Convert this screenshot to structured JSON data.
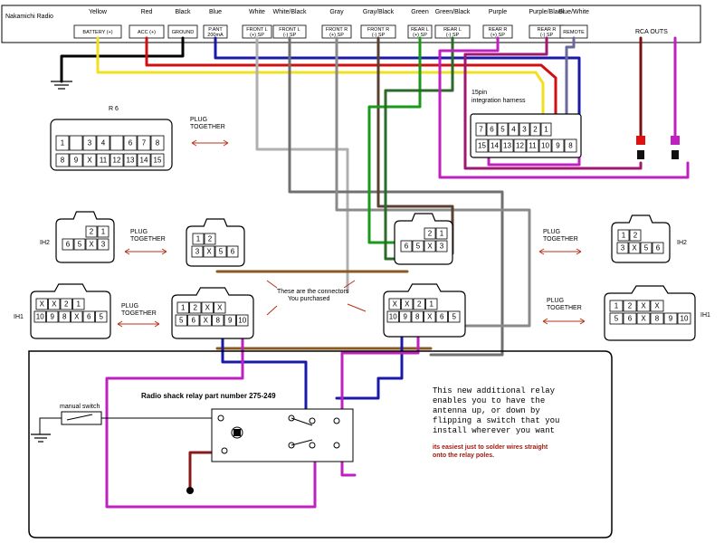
{
  "radio_title": "Nakamichi Radio",
  "colors": {
    "yellow": "#f0e020",
    "red": "#d01010",
    "black": "#000000",
    "blue": "#1a1aa8",
    "white": "#b0b0b0",
    "white_black": "#707070",
    "gray": "#8a8a8a",
    "gray_black": "#5a4030",
    "green": "#1a9a1a",
    "green_black": "#2a6a2a",
    "purple": "#c020c0",
    "purple_black": "#a01870",
    "blue_white": "#6a6a9a",
    "brown": "#8a5a20",
    "dark_red": "#7a1010",
    "orange_arrow": "#b83018"
  },
  "radio_terminals": [
    {
      "color": "Yellow",
      "label": "BATTERY (+)"
    },
    {
      "color": "Red",
      "label": "ACC (+)"
    },
    {
      "color": "Black",
      "label": "GROUND"
    },
    {
      "color": "Blue",
      "label": "P.ANT\n200mA"
    },
    {
      "color": "White",
      "label": "FRONT L\n(+) SP"
    },
    {
      "color": "White/Black",
      "label": "FRONT L\n(-) SP"
    },
    {
      "color": "Gray",
      "label": "FRONT R\n(+) SP"
    },
    {
      "color": "Gray/Black",
      "label": "FRONT R\n(-) SP"
    },
    {
      "color": "Green",
      "label": "REAR L\n(+) SP"
    },
    {
      "color": "Green/Black",
      "label": "REAR L\n(-) SP"
    },
    {
      "color": "Purple",
      "label": "REAR R\n(+) SP"
    },
    {
      "color": "Purple/Black",
      "label": "REAR R\n(-) SP"
    },
    {
      "color": "Blue/White",
      "label": "REMOTE"
    }
  ],
  "rca_label": "RCA OUTS",
  "harness_label": "15pin\nintegration harness",
  "harness_pins_top": [
    "7",
    "6",
    "5",
    "4",
    "3",
    "2",
    "1"
  ],
  "harness_pins_bottom": [
    "15",
    "14",
    "13",
    "12",
    "11",
    "10",
    "9",
    "8"
  ],
  "r6_label": "R 6",
  "r6_pins_top": [
    "1",
    "",
    "3",
    "4",
    "",
    "6",
    "7",
    "8"
  ],
  "r6_pins_bottom": [
    "8",
    "9",
    "X",
    "11",
    "12",
    "13",
    "14",
    "15"
  ],
  "plug_together": "PLUG\nTOGETHER",
  "ih2_label": "IH2",
  "ih1_label": "IH1",
  "ih2_pins_top": [
    "2",
    "1"
  ],
  "ih2_pins_bottom": [
    "6",
    "5",
    "X",
    "3"
  ],
  "ih2_mid_pins_top": [
    "1",
    "2"
  ],
  "ih2_mid_pins_bottom": [
    "3",
    "X",
    "5",
    "6"
  ],
  "ih1_pins_top": [
    "X",
    "X",
    "2",
    "1"
  ],
  "ih1_pins_bottom": [
    "10",
    "9",
    "8",
    "X",
    "6",
    "5"
  ],
  "ih1_mid_pins_top": [
    "1",
    "2",
    "X",
    "X"
  ],
  "ih1_mid_pins_bottom": [
    "5",
    "6",
    "X",
    "8",
    "9",
    "10"
  ],
  "connectors_note": "These are the connectors\nYou purchased",
  "manual_switch_label": "manual switch",
  "relay_title": "Radio shack relay part number 275-249",
  "relay_description": "This new additional relay\nenables you to have the\nantenna up, or down by\nflipping a switch that you\ninstall wherever you want",
  "relay_note": "its easiest just to solder wires straight\nonto the relay poles."
}
